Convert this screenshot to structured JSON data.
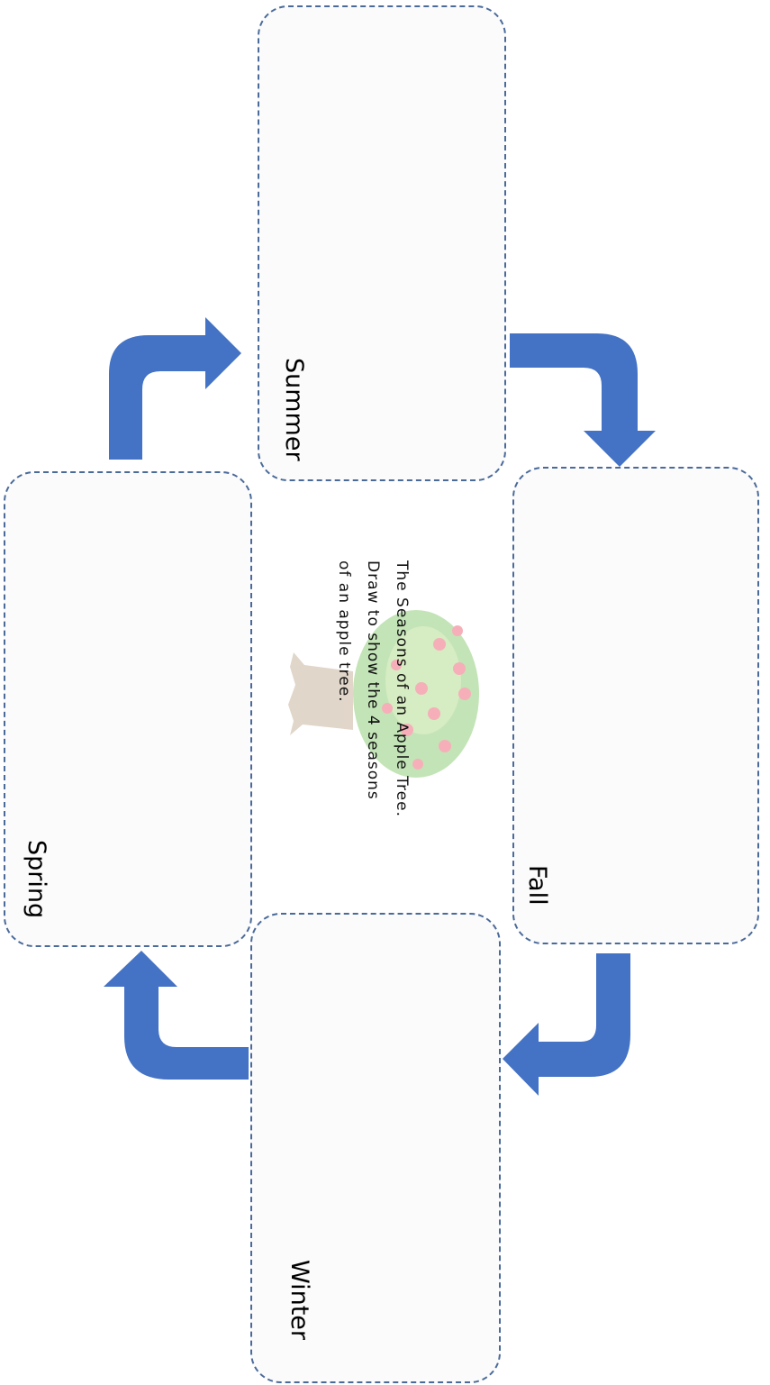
{
  "seasons": {
    "summer": "Summer",
    "fall": "Fall",
    "winter": "Winter",
    "spring": "Spring"
  },
  "center": {
    "line1": "The Seasons of an Apple Tree.",
    "line2": "Draw to show the 4 seasons",
    "line3": "of an apple tree."
  },
  "colors": {
    "arrow": "#4472c4",
    "box_border": "#4a6a9a"
  }
}
